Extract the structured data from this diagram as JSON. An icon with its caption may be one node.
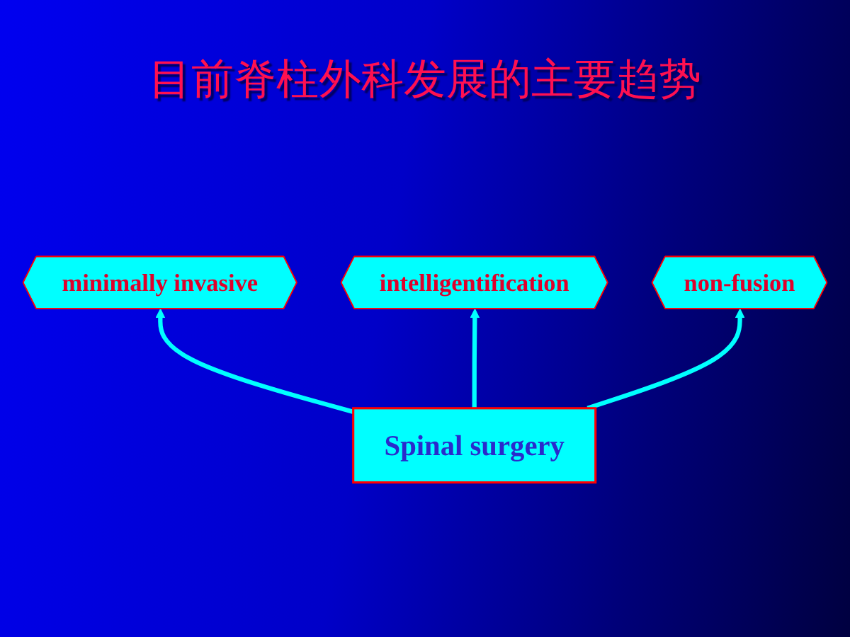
{
  "diagram": {
    "title": "目前脊柱外科发展的主要趋势",
    "nodes": [
      {
        "text": [
          "intelligentification"
        ]
      },
      {
        "text": [
          "minimally invasive"
        ]
      },
      {
        "text": [
          "Spinal surgery"
        ]
      },
      {
        "text": [
          "non-fusion"
        ]
      }
    ],
    "edges": [
      {
        "from": 2,
        "to": 1,
        "arrow": "to"
      },
      {
        "from": 2,
        "to": 0,
        "arrow": "to"
      },
      {
        "from": 2,
        "to": 3,
        "arrow": "to"
      }
    ]
  }
}
